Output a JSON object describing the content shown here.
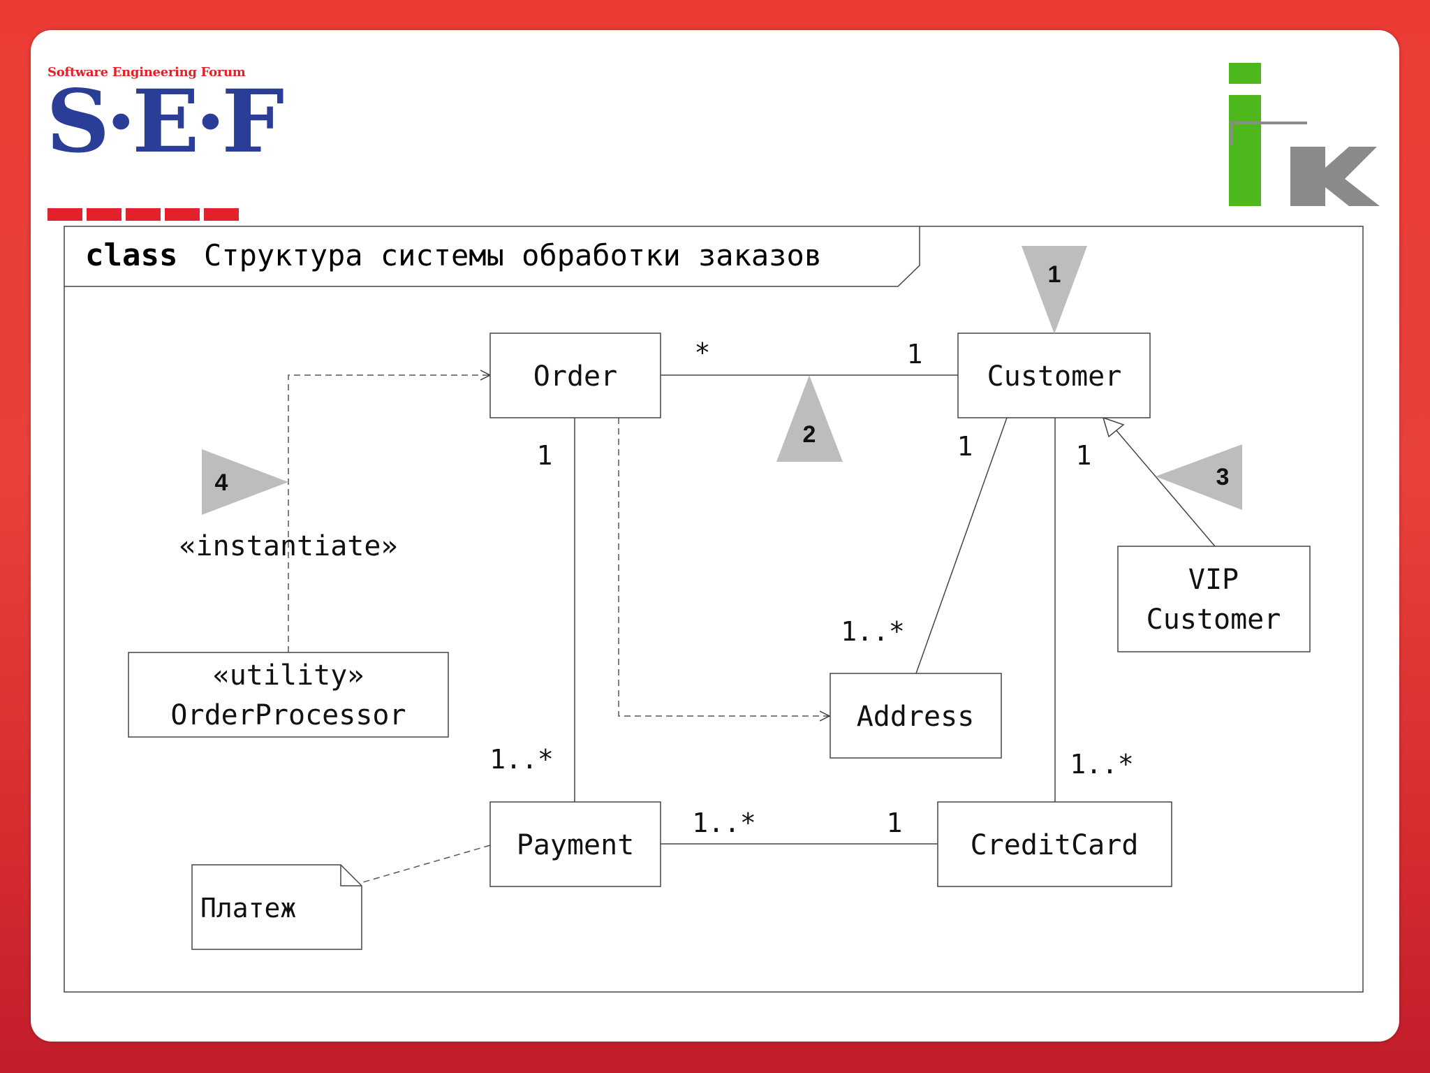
{
  "header": {
    "sef_tagline": "Software Engineering Forum",
    "sef_letters": "S·E·F"
  },
  "frame": {
    "keyword": "class",
    "title": "Структура системы обработки заказов"
  },
  "classes": {
    "order": "Order",
    "customer": "Customer",
    "vip_line1": "VIP",
    "vip_line2": "Customer",
    "address": "Address",
    "payment": "Payment",
    "creditcard": "CreditCard",
    "processor_stereotype": "«utility»",
    "processor_name": "OrderProcessor"
  },
  "note": {
    "text": "Платеж"
  },
  "dependency_label": "«instantiate»",
  "multiplicities": {
    "order_customer_order": "*",
    "order_customer_customer": "1",
    "order_payment_order": "1",
    "order_payment_payment": "1..*",
    "customer_address_customer": "1",
    "customer_address_address": "1..*",
    "customer_card_customer": "1",
    "customer_card_card": "1..*",
    "payment_card_payment": "1..*",
    "payment_card_card": "1"
  },
  "markers": [
    "1",
    "2",
    "3",
    "4"
  ],
  "colors": {
    "background_red": "#e43a35",
    "sef_blue": "#2a3d97",
    "sef_red": "#e2212b",
    "ik_green": "#4cb81c",
    "ik_gray": "#8a8a8a",
    "marker_gray": "#bdbdbd"
  }
}
